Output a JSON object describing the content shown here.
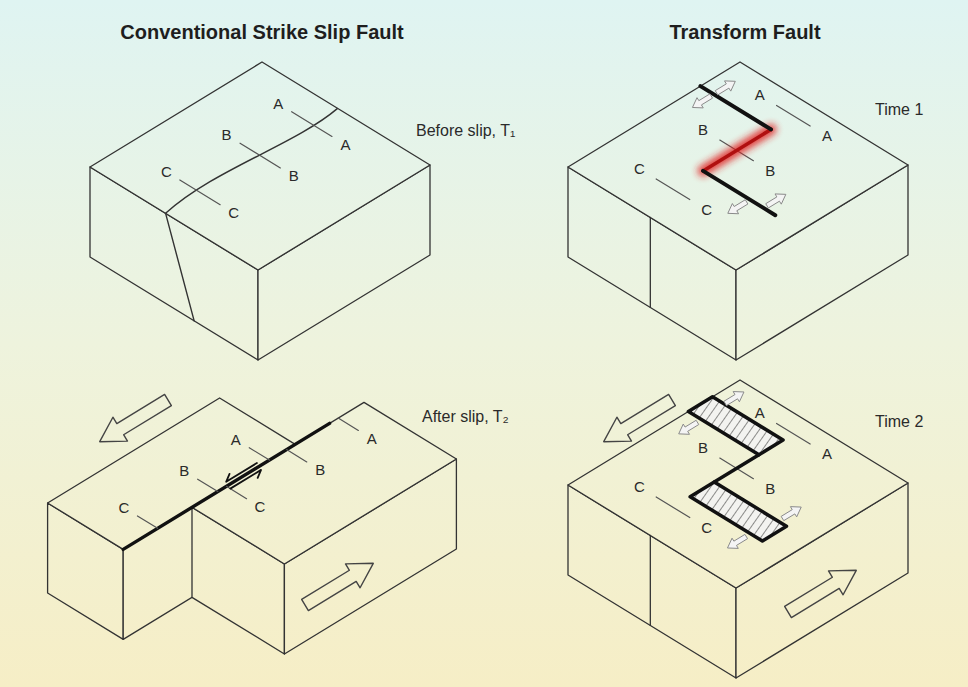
{
  "diagram": {
    "labels": [
      "Conventional Strike Slip Fault",
      "Transform Fault",
      "Before slip, T₁",
      "A",
      "A",
      "B",
      "B",
      "C",
      "C",
      "Time 1",
      "A",
      "A",
      "B",
      "B",
      "C",
      "C",
      "After slip, T₂",
      "A",
      "A",
      "B",
      "B",
      "C",
      "C",
      "Time 2",
      "A",
      "A",
      "B",
      "B",
      "C",
      "C"
    ]
  }
}
